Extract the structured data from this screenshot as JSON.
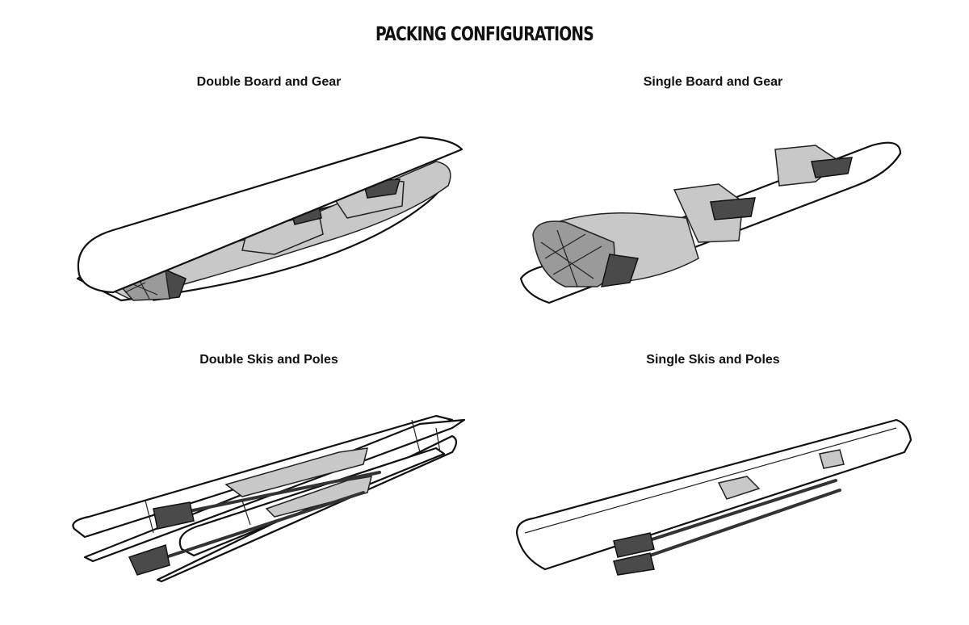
{
  "title": "PACKING CONFIGURATIONS",
  "panels": [
    {
      "label": "Double Board and Gear"
    },
    {
      "label": "Single Board and Gear"
    },
    {
      "label": "Double Skis and Poles"
    },
    {
      "label": "Single Skis and Poles"
    }
  ]
}
